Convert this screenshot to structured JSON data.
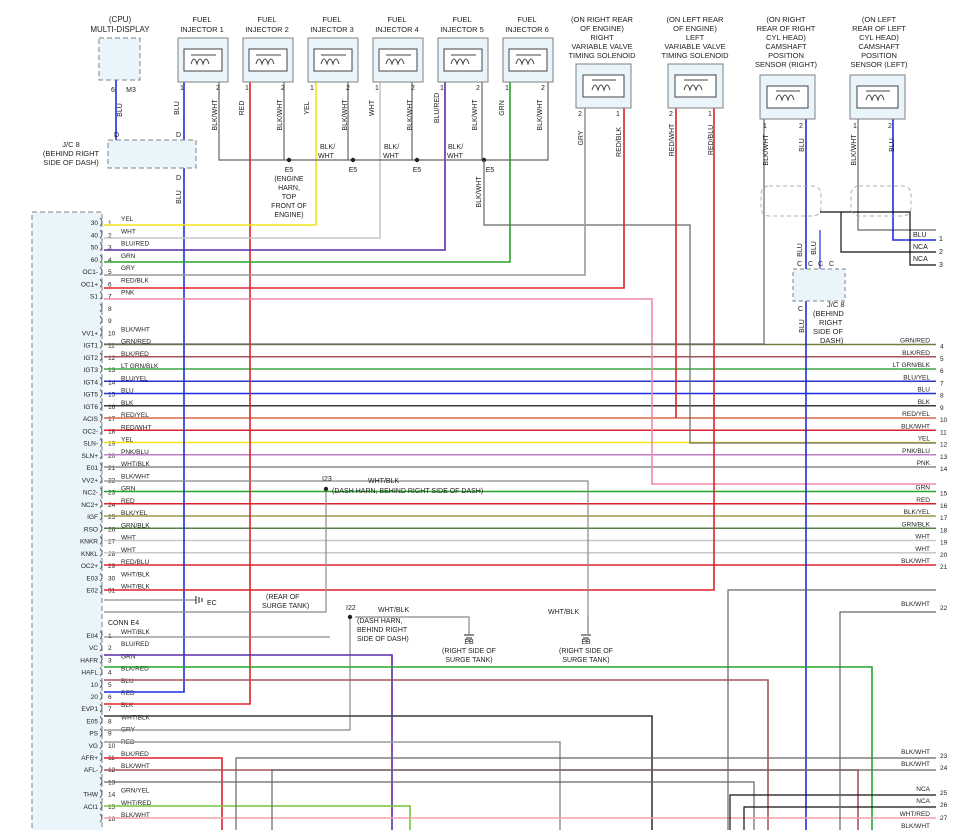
{
  "components": {
    "cpu": [
      "(CPU)",
      "MULTI-DISPLAY"
    ],
    "cpu_pins": [
      "6",
      "M3"
    ],
    "cpu_wire": "BLU",
    "injectors": [
      {
        "title": [
          "FUEL",
          "INJECTOR 1"
        ],
        "pin1": "1",
        "pin2": "2",
        "w1": "BLU",
        "w2": "BLK/WHT"
      },
      {
        "title": [
          "FUEL",
          "INJECTOR 2"
        ],
        "pin1": "1",
        "pin2": "2",
        "w1": "RED",
        "w2": "BLK/WHT"
      },
      {
        "title": [
          "FUEL",
          "INJECTOR 3"
        ],
        "pin1": "1",
        "pin2": "2",
        "w1": "YEL",
        "w2": "BLK/WHT"
      },
      {
        "title": [
          "FUEL",
          "INJECTOR 4"
        ],
        "pin1": "1",
        "pin2": "2",
        "w1": "WHT",
        "w2": "BLK/WHT"
      },
      {
        "title": [
          "FUEL",
          "INJECTOR 5"
        ],
        "pin1": "1",
        "pin2": "2",
        "w1": "BLU/RED",
        "w2": "BLK/WHT"
      },
      {
        "title": [
          "FUEL",
          "INJECTOR 6"
        ],
        "pin1": "1",
        "pin2": "2",
        "w1": "GRN",
        "w2": "BLK/WHT"
      }
    ],
    "vvt_right": {
      "title": [
        "(ON RIGHT REAR",
        "OF ENGINE)",
        "RIGHT",
        "VARIABLE VALVE",
        "TIMING SOLENOID"
      ],
      "pin1": "2",
      "pin2": "1",
      "w1": "GRY",
      "w2": "RED/BLK"
    },
    "vvt_left": {
      "title": [
        "(ON LEFT REAR",
        "OF ENGINE)",
        "LEFT",
        "VARIABLE VALVE",
        "TIMING SOLENOID"
      ],
      "pin1": "2",
      "pin2": "1",
      "w1": "RED/WHT",
      "w2": "RED/BLU"
    },
    "cam_right": {
      "title": [
        "(ON RIGHT",
        "REAR OF RIGHT",
        "CYL HEAD)",
        "CAMSHAFT",
        "POSITION",
        "SENSOR (RIGHT)"
      ],
      "pin1": "1",
      "pin2": "2",
      "w1": "BLK/WHT",
      "w2": "BLU"
    },
    "cam_left": {
      "title": [
        "(ON LEFT",
        "REAR OF LEFT",
        "CYL HEAD)",
        "CAMSHAFT",
        "POSITION",
        "SENSOR (LEFT)"
      ],
      "pin1": "1",
      "pin2": "2",
      "w1": "BLK/WHT",
      "w2": "BLU"
    }
  },
  "jc8_left": {
    "pins": [
      "D",
      "D",
      "D"
    ],
    "label": [
      "J/C 8",
      "(BEHIND RIGHT",
      "SIDE OF DASH)"
    ],
    "wire": "BLU"
  },
  "e5": {
    "labels": [
      "E5",
      "E5",
      "E5",
      "E5"
    ],
    "wires": [
      "BLK/",
      "WHT",
      "BLK/",
      "WHT",
      "BLK/",
      "WHT"
    ],
    "location": [
      "(ENGINE",
      "HARN,",
      "TOP",
      "FRONT OF",
      "ENGINE)"
    ],
    "vertical_wire": "BLK/WHT"
  },
  "jc8_right": {
    "wires_top": [
      "BLU",
      "BLU"
    ],
    "pins": [
      "C",
      "C",
      "C",
      "C",
      "C"
    ],
    "label": [
      "J/C 8",
      "(BEHIND",
      "RIGHT",
      "SIDE OF",
      "DASH)"
    ],
    "wire_bottom": "BLU"
  },
  "shield_outs": [
    {
      "wire": "BLU",
      "num": "1"
    },
    {
      "wire": "NCA",
      "num": "2"
    },
    {
      "wire": "NCA",
      "num": "3"
    }
  ],
  "ecm_labels": [
    "30",
    "40",
    "50",
    "60",
    "OC1-",
    "OC1+",
    "S1",
    "",
    "",
    "VV1+",
    "IGT1",
    "IGT2",
    "IGT3",
    "IGT4",
    "IGT5",
    "IGT6",
    "ACIS",
    "OC2-",
    "SLN-",
    "SLN+",
    "E01",
    "VV2+",
    "NC2-",
    "NC2+",
    "IGF",
    "RSO",
    "KNKR",
    "KNKL",
    "OC2+",
    "E03",
    "E02"
  ],
  "conn_e4": "CONN E4",
  "ecm_labels2": [
    "E04",
    "VC",
    "HAFR",
    "HAFL",
    "10",
    "20",
    "EVP1",
    "E05",
    "PS",
    "VG",
    "AFR+",
    "AFL-",
    "",
    "THW",
    "ACI1",
    ""
  ],
  "section1": [
    {
      "pin": "1",
      "wire": "YEL"
    },
    {
      "pin": "2",
      "wire": "WHT"
    },
    {
      "pin": "3",
      "wire": "BLU/RED"
    },
    {
      "pin": "4",
      "wire": "GRN"
    },
    {
      "pin": "5",
      "wire": "GRY"
    },
    {
      "pin": "6",
      "wire": "RED/BLK"
    },
    {
      "pin": "7",
      "wire": "PNK"
    },
    {
      "pin": "8",
      "wire": ""
    },
    {
      "pin": "9",
      "wire": ""
    },
    {
      "pin": "10",
      "wire": "BLK/WHT"
    },
    {
      "pin": "11",
      "wire": "GRN/RED",
      "rwire": "GRN/RED",
      "rnum": "4"
    },
    {
      "pin": "12",
      "wire": "BLK/RED",
      "rwire": "BLK/RED",
      "rnum": "5"
    },
    {
      "pin": "13",
      "wire": "LT GRN/BLK",
      "rwire": "LT GRN/BLK",
      "rnum": "6"
    },
    {
      "pin": "14",
      "wire": "BLU/YEL",
      "rwire": "BLU/YEL",
      "rnum": "7"
    },
    {
      "pin": "15",
      "wire": "BLU",
      "rwire": "BLU",
      "rnum": "8"
    },
    {
      "pin": "16",
      "wire": "BLK",
      "rwire": "BLK",
      "rnum": "9"
    },
    {
      "pin": "17",
      "wire": "RED/YEL",
      "rwire": "RED/YEL",
      "rnum": "10"
    },
    {
      "pin": "18",
      "wire": "RED/WHT",
      "rwire": "BLK/WHT",
      "rnum": "11"
    },
    {
      "pin": "19",
      "wire": "YEL",
      "rwire": "YEL",
      "rnum": "12"
    },
    {
      "pin": "20",
      "wire": "PNK/BLU",
      "rwire": "PNK/BLU",
      "rnum": "13"
    },
    {
      "pin": "21",
      "wire": "WHT/BLK",
      "rwire": "PNK",
      "rnum": "14"
    },
    {
      "pin": "22",
      "wire": "BLK/WHT"
    },
    {
      "pin": "23",
      "wire": "GRN",
      "rwire": "GRN",
      "rnum": "15"
    },
    {
      "pin": "24",
      "wire": "RED",
      "rwire": "RED",
      "rnum": "16"
    },
    {
      "pin": "25",
      "wire": "BLK/YEL",
      "rwire": "BLK/YEL",
      "rnum": "17"
    },
    {
      "pin": "26",
      "wire": "GRN/BLK",
      "rwire": "GRN/BLK",
      "rnum": "18"
    },
    {
      "pin": "27",
      "wire": "WHT",
      "rwire": "WHT",
      "rnum": "19"
    },
    {
      "pin": "28",
      "wire": "WHT",
      "rwire": "WHT",
      "rnum": "20"
    },
    {
      "pin": "29",
      "wire": "RED/BLU",
      "rwire": "BLK/WHT",
      "rnum": "21"
    },
    {
      "pin": "30",
      "wire": "WHT/BLK"
    },
    {
      "pin": "31",
      "wire": "WHT/BLK"
    }
  ],
  "section2": [
    {
      "pin": "1",
      "wire": "WHT/BLK"
    },
    {
      "pin": "2",
      "wire": "BLU/RED"
    },
    {
      "pin": "3",
      "wire": "GRN"
    },
    {
      "pin": "4",
      "wire": "BLK/RED"
    },
    {
      "pin": "5",
      "wire": "BLU"
    },
    {
      "pin": "6",
      "wire": "RED"
    },
    {
      "pin": "7",
      "wire": "BLK"
    },
    {
      "pin": "8",
      "wire": "WHT/BLK"
    },
    {
      "pin": "9",
      "wire": "GRY"
    },
    {
      "pin": "10",
      "wire": "RED"
    },
    {
      "pin": "11",
      "wire": "BLK/RED"
    },
    {
      "pin": "12",
      "wire": "BLK/WHT"
    },
    {
      "pin": "13",
      "wire": ""
    },
    {
      "pin": "14",
      "wire": "GRN/YEL"
    },
    {
      "pin": "15",
      "wire": "WHT/RED"
    },
    {
      "pin": "16",
      "wire": "BLK/WHT"
    }
  ],
  "right_extra": [
    {
      "wire": "BLK/WHT",
      "num": "22"
    },
    {
      "wire": "BLK/WHT",
      "num": "23"
    },
    {
      "wire": "BLK/WHT",
      "num": "24"
    },
    {
      "wire": "NCA",
      "num": "25"
    },
    {
      "wire": "NCA",
      "num": "26"
    },
    {
      "wire": "WHT/RED",
      "num": "27"
    },
    {
      "wire": "BLK/WHT",
      "num": ""
    }
  ],
  "grounds": {
    "i23": "I23",
    "i23_wire": "WHT/BLK",
    "i23_loc": "(DASH HARN, BEHIND RIGHT SIDE OF DASH)",
    "ec": "EC",
    "ec_loc": [
      "(REAR OF",
      "SURGE TANK)"
    ],
    "i22": "I22",
    "i22_wire": "WHT/BLK",
    "i22_loc": [
      "(DASH HARN,",
      "BEHIND RIGHT",
      "SIDE OF DASH)"
    ],
    "eb1": "EB",
    "eb1_loc": [
      "(RIGHT SIDE OF",
      "SURGE TANK)"
    ],
    "eb2": "EB",
    "eb2_loc": [
      "(RIGHT SIDE OF",
      "SURGE TANK)"
    ],
    "eb2_wire": "WHT/BLK"
  },
  "colors": {
    "YEL": "#f2e416",
    "WHT": "#c8c8c8",
    "BLU/RED": "#5a2ca8",
    "GRN": "#25a52a",
    "GRY": "#9a9a9a",
    "RED/BLK": "#e0202a",
    "PNK": "#f08aa5",
    "BLK/WHT": "#555555",
    "GRN/RED": "#7a7a3a",
    "BLK/RED": "#a5555a",
    "LT GRN/BLK": "#3ea84a",
    "BLU/YEL": "#2c36c8",
    "BLU": "#1c2ee0",
    "BLK": "#3a3a3a",
    "RED/YEL": "#d8684a",
    "PNK/BLU": "#c17cc8",
    "GRN/BLK": "#54804a",
    "BLK/YEL": "#9a9a4a",
    "RED": "#e0202a",
    "WHT/BLK": "#8a8a8a",
    "GRN/YEL": "#74c53a",
    "WHT/RED": "#f0a0a8",
    "RED/WHT": "#e0202a",
    "RED/BLU": "#e0202a",
    "NCA": "#111111",
    "CHASSIS": "#7a7a7a"
  }
}
